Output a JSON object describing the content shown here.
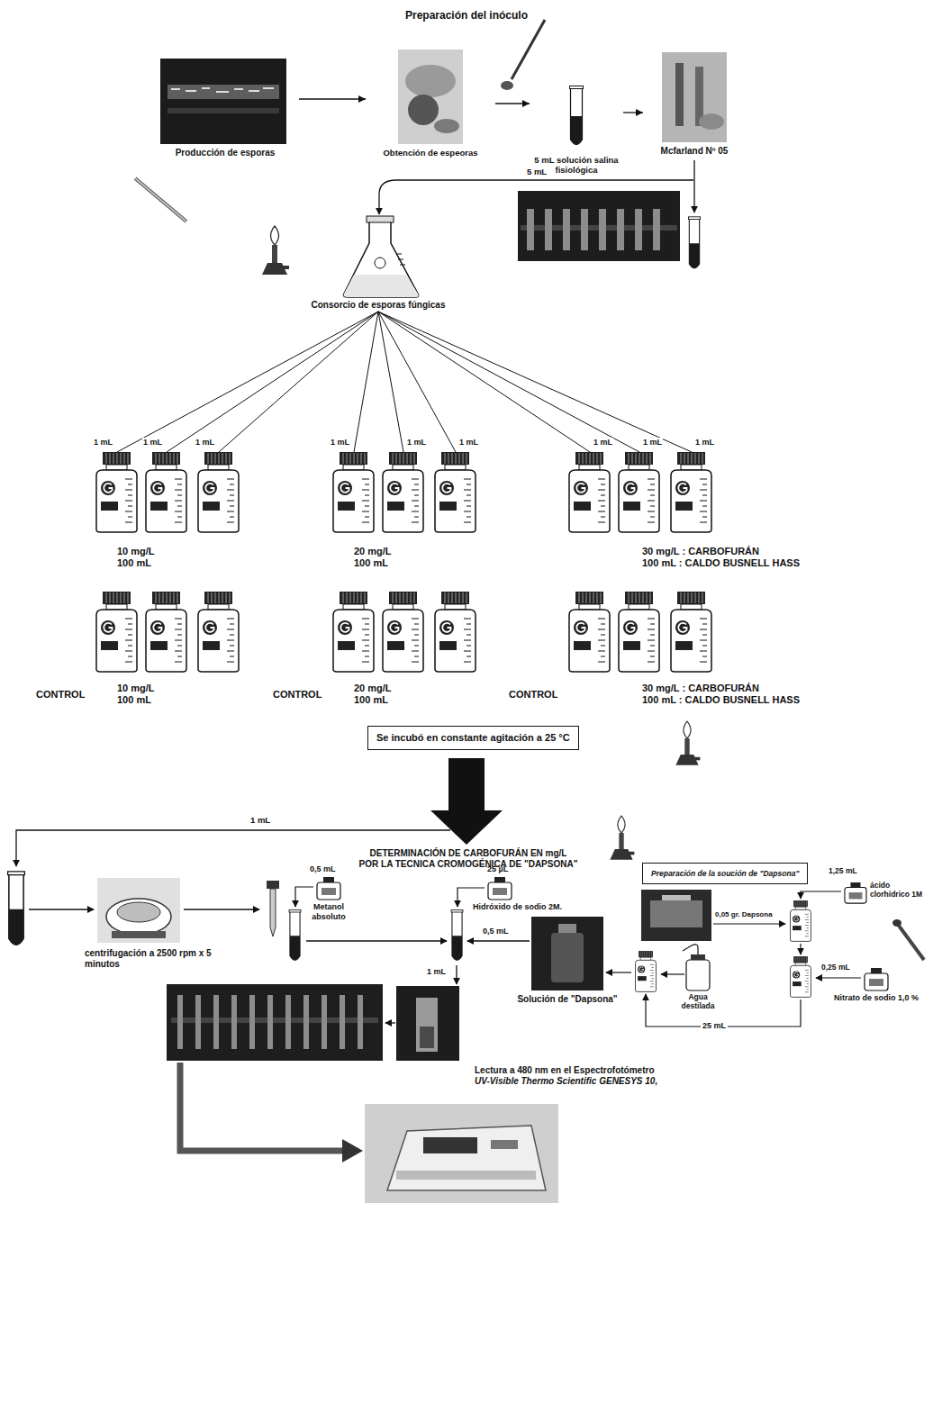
{
  "diagram": {
    "title": "Preparación del inóculo",
    "nodes": [
      {
        "text": [
          "Producción de esporas"
        ]
      },
      {
        "text": [
          "Obtención de espeoras"
        ]
      },
      {
        "text": [
          "5 mL solución salina fisiológica"
        ]
      },
      {
        "text": [
          "Mcfarland Nº 05"
        ]
      },
      {
        "text": [
          "Consorcio de esporas fúngicas"
        ]
      },
      {
        "text": [
          "10 mg/L",
          "100 mL"
        ]
      },
      {
        "text": [
          "20 mg/L",
          "100 mL"
        ]
      },
      {
        "text": [
          "30 mg/L : CARBOFURÁN",
          "100 mL : CALDO BUSNELL HASS"
        ]
      },
      {
        "text": [
          "CONTROL",
          "10 mg/L",
          "100 mL"
        ]
      },
      {
        "text": [
          "CONTROL",
          "20 mg/L",
          "100 mL"
        ]
      },
      {
        "text": [
          "CONTROL",
          "30 mg/L : CARBOFURÁN",
          "100 mL : CALDO BUSNELL HASS"
        ]
      },
      {
        "text": [
          "Se incubó en constante agitación a 25 °C"
        ]
      },
      {
        "text": [
          "centrifugación a 2500 rpm x 5 minutos"
        ]
      },
      {
        "text": [
          "Metanol absoluto"
        ]
      },
      {
        "text": [
          "Hidróxido de sodio 2M."
        ]
      },
      {
        "text": [
          "Solución de \"Dapsona\""
        ]
      },
      {
        "text": [
          "Lectura a 480 nm en el Espectrofotómetro",
          "UV-Visible Thermo Scientific GENESYS 10,"
        ]
      },
      {
        "text": [
          "Preparación de la soución de \"Dapsona\""
        ]
      },
      {
        "text": [
          "ácido clorhídrico 1M"
        ]
      },
      {
        "text": [
          "Nitrato de sodio 1,0 %"
        ]
      },
      {
        "text": [
          "Agua destilada"
        ]
      }
    ],
    "edges": [
      {
        "from": 0,
        "to": 1,
        "arrow": "to"
      },
      {
        "from": 1,
        "to": 2,
        "arrow": "to"
      },
      {
        "from": 2,
        "to": 3,
        "arrow": "to"
      },
      {
        "from": 4,
        "to": 5,
        "label": "1 mL",
        "arrow": "none"
      },
      {
        "from": 4,
        "to": 5,
        "label": "1 mL",
        "arrow": "none"
      },
      {
        "from": 4,
        "to": 5,
        "label": "1 mL",
        "arrow": "none"
      },
      {
        "from": 4,
        "to": 6,
        "label": "1 mL",
        "arrow": "none"
      },
      {
        "from": 4,
        "to": 6,
        "label": "1 mL",
        "arrow": "none"
      },
      {
        "from": 4,
        "to": 6,
        "label": "1 mL",
        "arrow": "none"
      },
      {
        "from": 4,
        "to": 7,
        "label": "1 mL",
        "arrow": "none"
      },
      {
        "from": 4,
        "to": 7,
        "label": "1 mL",
        "arrow": "none"
      },
      {
        "from": 4,
        "to": 7,
        "label": "1 mL",
        "arrow": "none"
      }
    ],
    "labels": [
      "5 mL",
      "DETERMINACIÓN DE CARBOFURÁN EN mg/L POR LA TECNICA CROMOGÉNICA DE \"DAPSONA\"",
      "1 mL",
      "0,5 mL",
      "25 µL",
      "0,5 mL",
      "1 mL",
      "0,05 gr. Dapsona",
      "1,25 mL",
      "0,25 mL",
      "25 mL"
    ]
  }
}
